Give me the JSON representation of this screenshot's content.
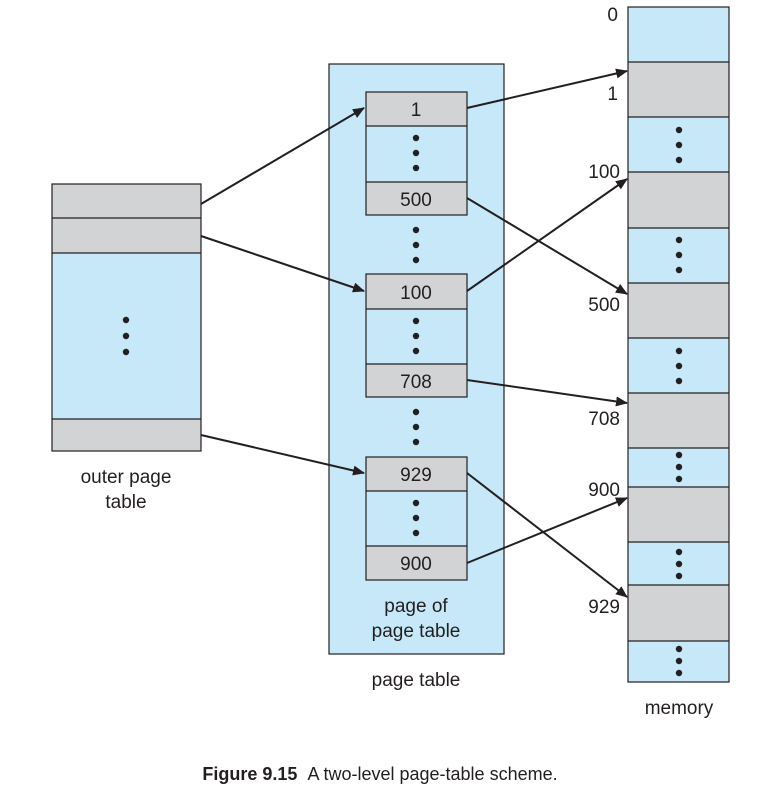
{
  "labels": {
    "outer_page_table_line1": "outer page",
    "outer_page_table_line2": "table",
    "page_of_page_table_line1": "page of",
    "page_of_page_table_line2": "page table",
    "page_table": "page table",
    "memory": "memory"
  },
  "page_table_entries": [
    "1",
    "500",
    "100",
    "708",
    "929",
    "900"
  ],
  "memory_addresses": [
    "0",
    "1",
    "100",
    "500",
    "708",
    "900",
    "929"
  ],
  "caption": {
    "figure_number": "Figure 9.15",
    "text": "A two-level page-table scheme."
  },
  "colors": {
    "table_fill": "#c6e8f8",
    "entry_fill": "#d1d3d4",
    "ink": "#231f20"
  }
}
